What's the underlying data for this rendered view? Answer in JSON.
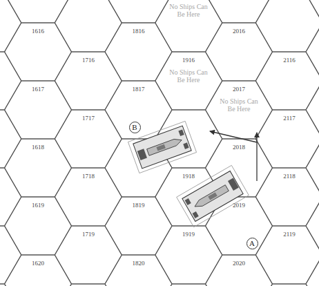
{
  "diagram": {
    "nodes": [
      {
        "text": [
          "B"
        ]
      },
      {
        "text": [
          "A"
        ]
      }
    ],
    "labels": [
      "No Ships Can Be Here",
      "1616",
      "1816",
      "2016",
      "1916",
      "1716",
      "2116",
      "No Ships Can Be Here",
      "1617",
      "1817",
      "2017",
      "No Ships Can Be Here",
      "1717",
      "2117",
      "1618",
      "2018",
      "1718",
      "1918",
      "2118",
      "1619",
      "1819",
      "2019",
      "1719",
      "1919",
      "2119",
      "1620",
      "1820",
      "2020"
    ]
  }
}
